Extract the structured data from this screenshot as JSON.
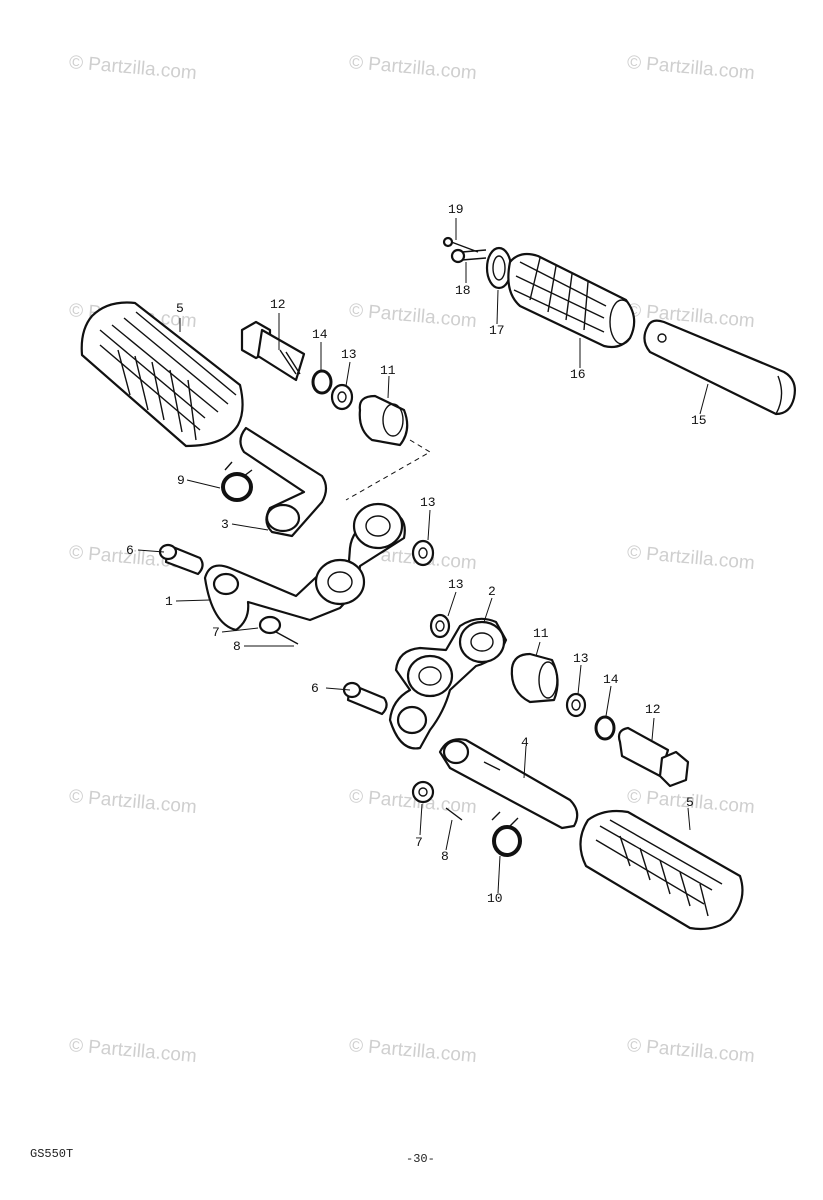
{
  "watermark_text": "© Partzilla.com",
  "callouts": [
    "1",
    "2",
    "3",
    "4",
    "5",
    "5",
    "6",
    "6",
    "7",
    "7",
    "8",
    "8",
    "9",
    "10",
    "11",
    "11",
    "12",
    "12",
    "13",
    "13",
    "13",
    "13",
    "14",
    "14",
    "15",
    "16",
    "17",
    "18",
    "19"
  ],
  "footer": {
    "model": "GS550T",
    "page": "-30-"
  }
}
